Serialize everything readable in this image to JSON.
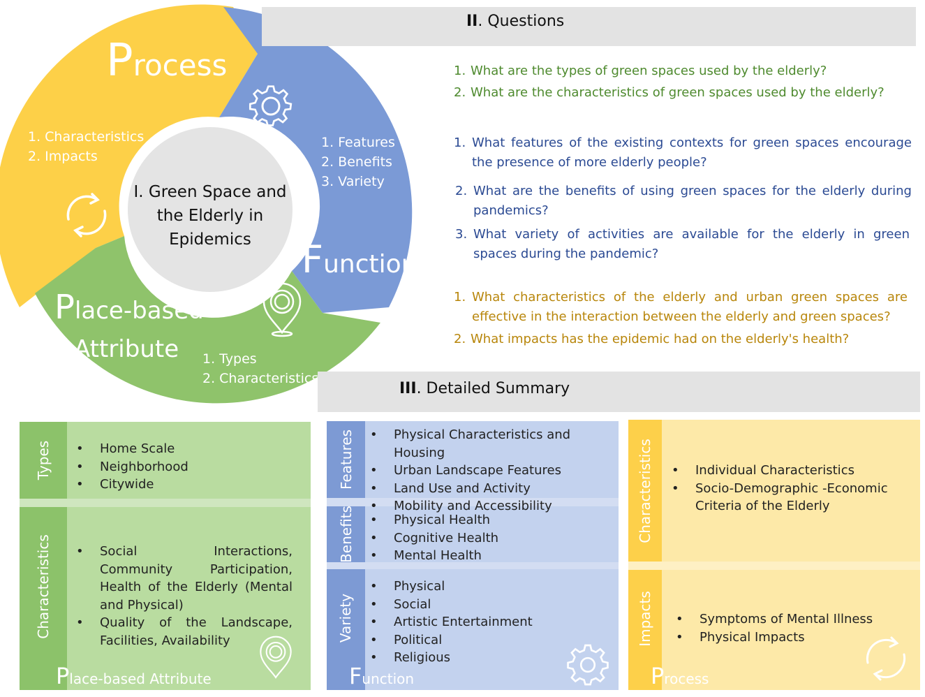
{
  "cycle": {
    "center": {
      "line1": "I. Green Space and",
      "line2": "the Elderly in",
      "line3": "Epidemics"
    },
    "process": {
      "big": "P",
      "rest": "rocess",
      "items": [
        "1. Characteristics",
        "2. Impacts"
      ]
    },
    "function": {
      "big": "F",
      "rest": "unction",
      "items": [
        "1. Features",
        "2. Benefits",
        "3. Variety"
      ]
    },
    "place": {
      "big": "P",
      "rest1": "lace-based",
      "rest2": "Attribute",
      "items": [
        "1. Types",
        "2. Characteristics"
      ]
    }
  },
  "questions": {
    "title_num": "II",
    "title_text": ". Questions",
    "place": [
      {
        "num": "1.",
        "text": "What are the types of green spaces used by the elderly?"
      },
      {
        "num": "2.",
        "text": "What are the characteristics of green spaces used by the elderly?"
      }
    ],
    "function": [
      {
        "num": "1.",
        "text": "What features of the existing contexts for green spaces encourage the presence of more elderly people?"
      },
      {
        "num": "2.",
        "text": "What are the benefits of using green spaces for the elderly during pandemics?"
      },
      {
        "num": "3.",
        "text": "What variety of activities are available for the elderly in green spaces during the pandemic?"
      }
    ],
    "process": [
      {
        "num": "1.",
        "text": "What characteristics of the elderly and urban green spaces are effective in the interaction between the elderly and green spaces?"
      },
      {
        "num": "2.",
        "text": "What impacts has the epidemic had on the elderly's health?"
      }
    ]
  },
  "summary": {
    "title_num": "III",
    "title_text": ". Detailed Summary",
    "place": {
      "footer_big": "P",
      "footer_rest": "lace-based Attribute",
      "types_label": "Types",
      "types_items": [
        "Home Scale",
        "Neighborhood",
        "Citywide"
      ],
      "char_label": "Characteristics",
      "char_items": [
        "Social Interactions, Community Participation, Health of the Elderly (Mental and Physical)",
        "Quality of the Landscape, Facilities, Availability"
      ]
    },
    "function": {
      "footer_big": "F",
      "footer_rest": "unction",
      "features_label": "Features",
      "features_items": [
        "Physical Characteristics and Housing",
        "Urban Landscape Features",
        "Land Use and Activity",
        "Mobility and Accessibility"
      ],
      "benefits_label": "Benefits",
      "benefits_items": [
        "Physical Health",
        "Cognitive Health",
        "Mental Health"
      ],
      "variety_label": "Variety",
      "variety_items": [
        "Physical",
        "Social",
        "Artistic Entertainment",
        "Political",
        "Religious"
      ]
    },
    "process": {
      "footer_big": "P",
      "footer_rest": "rocess",
      "char_label": "Characteristics",
      "char_items": [
        "Individual Characteristics",
        "Socio-Demographic -Economic Criteria of the Elderly"
      ],
      "impacts_label": "Impacts",
      "impacts_items": [
        "Symptoms of Mental Illness",
        "Physical Impacts"
      ]
    }
  },
  "colors": {
    "yellow": "#fdd048",
    "blue": "#7b9ad6",
    "green": "#8fc36b",
    "panel_green": "#b9dca0",
    "panel_blue": "#c3d2ee",
    "panel_yellow": "#fde9a8",
    "tab_green": "#8cc26a",
    "tab_blue": "#7d9ad4",
    "tab_yellow": "#fdd04a",
    "center": "#e4e4e4"
  },
  "icons": [
    "gear-icon",
    "refresh-cycle-icon",
    "location-pin-icon"
  ]
}
